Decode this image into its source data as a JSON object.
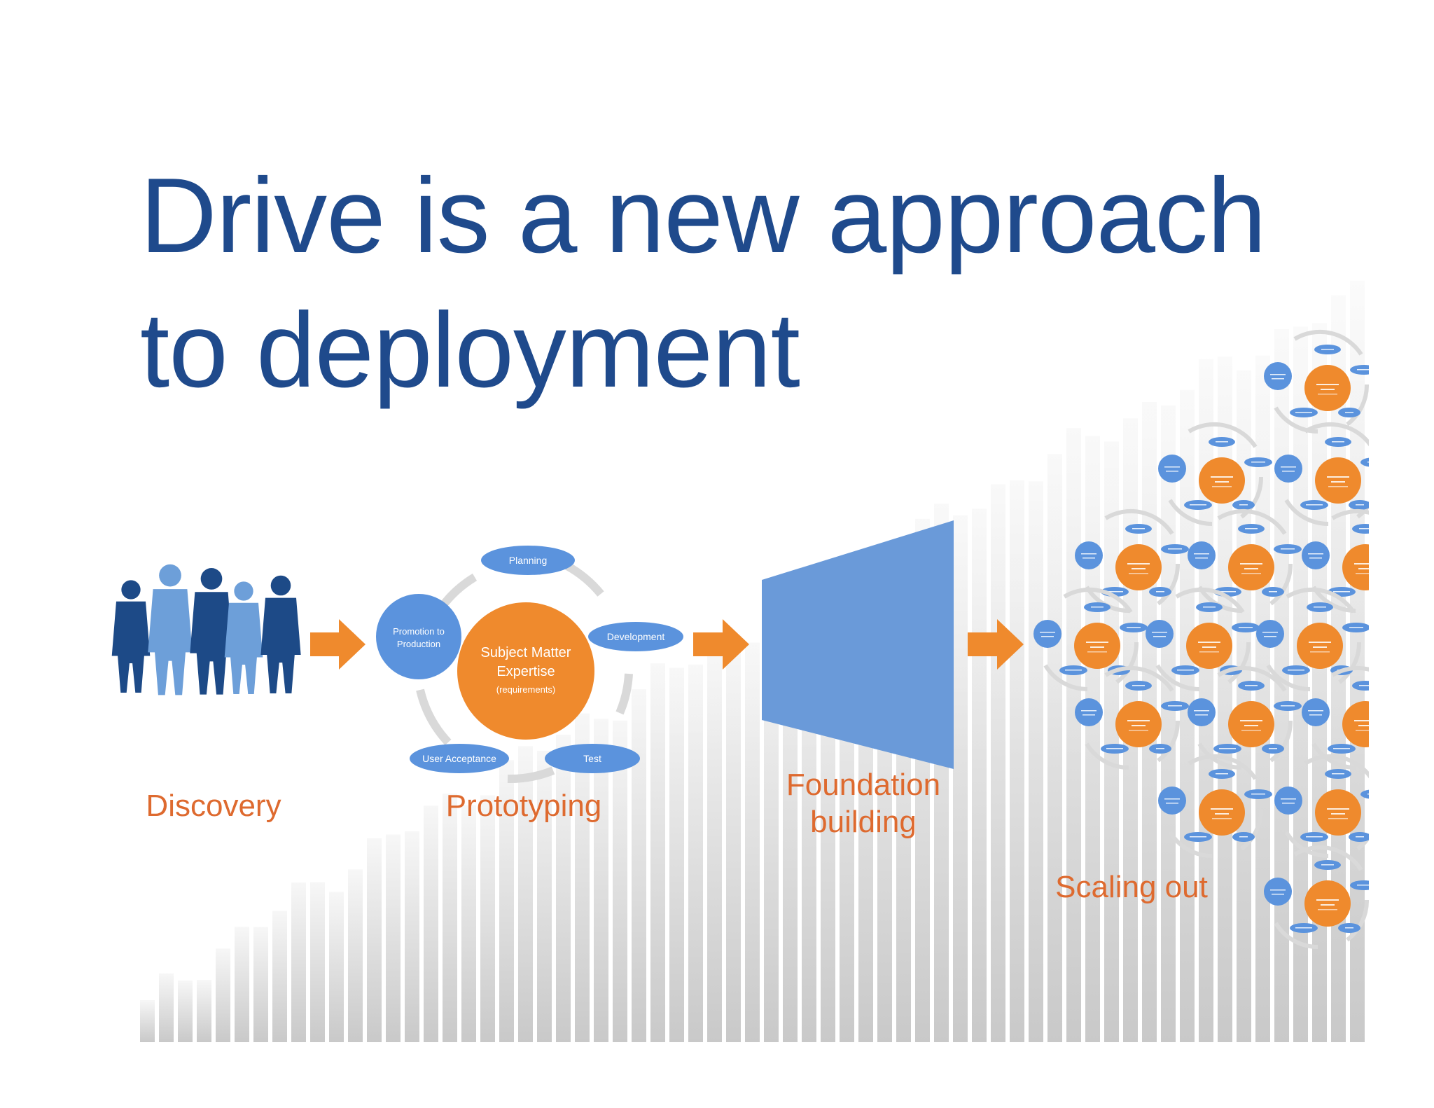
{
  "title": {
    "line1": "Drive is a new approach",
    "line2": "to deployment"
  },
  "stages": {
    "discovery": "Discovery",
    "prototyping": "Prototyping",
    "foundation_line1": "Foundation",
    "foundation_line2": "building",
    "scaling": "Scaling out"
  },
  "cycle": {
    "center_line1": "Subject Matter",
    "center_line2": "Expertise",
    "center_line3": "(requirements)",
    "planning": "Planning",
    "development": "Development",
    "test": "Test",
    "user_acceptance": "User Acceptance",
    "promotion_line1": "Promotion to",
    "promotion_line2": "Production"
  },
  "colors": {
    "title": "#1f4a8c",
    "orange": "#ef8a2d",
    "blue": "#5b93dd",
    "label_orange": "#de6a2f",
    "people_dark": "#1d4a87",
    "people_light": "#6d9fd9"
  },
  "icons": [
    "people-icon",
    "arrow-right-icon",
    "funnel-shape"
  ]
}
